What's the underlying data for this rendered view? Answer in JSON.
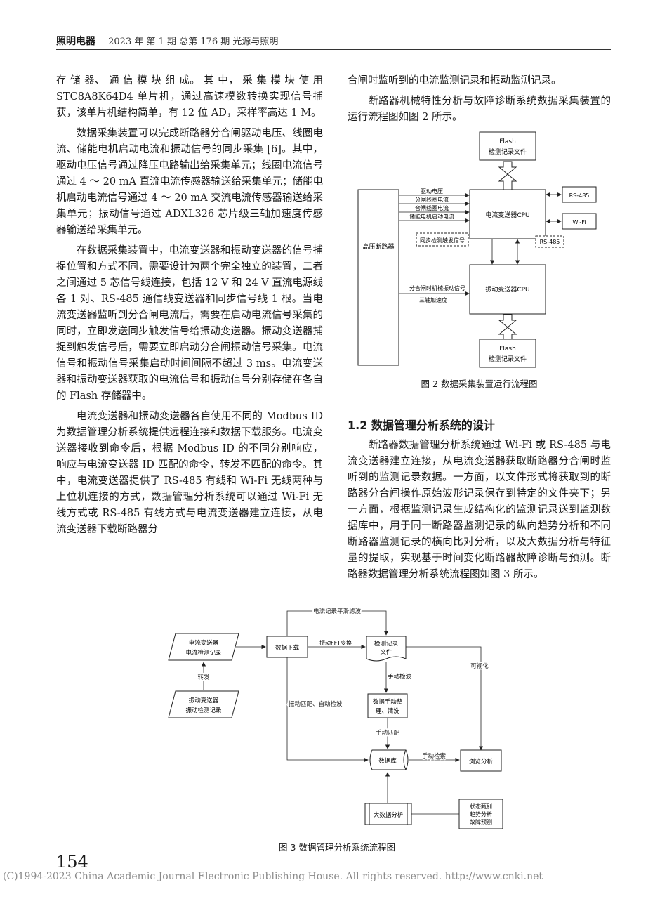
{
  "header": {
    "journal": "照明电器",
    "issue": "2023 年 第 1 期 总第 176 期 光源与照明"
  },
  "left_col": {
    "p1": "存 储 器、 通 信 模 块 组 成。 其 中， 采 集 模 块 使 用 STC8A8K64D4 单片机，通过高速模数转换实现信号捕获，该单片机结构简单，有 12 位 AD，采样率高达 1 M。",
    "p2": "数据采集装置可以完成断路器分合闸驱动电压、线圈电流、储能电机启动电流和振动信号的同步采集 [6]。其中，驱动电压信号通过降压电路输出给采集单元；线圈电流信号通过 4 ～ 20 mA 直流电流传感器输送给采集单元；储能电机启动电流信号通过 4 ～ 20 mA 交流电流传感器输送给采集单元；振动信号通过 ADXL326 芯片级三轴加速度传感器输送给采集单元。",
    "p3": "在数据采集装置中，电流变送器和振动变送器的信号捕捉位置和方式不同，需要设计为两个完全独立的装置，二者之间通过 5 芯信号线连接，包括 12 V 和 24 V 直流电源线各 1 对、RS-485 通信线变送器和同步信号线 1 根。当电流变送器监听到分合闸电流后，需要在启动电流信号采集的同时，立即发送同步触发信号给振动变送器。振动变送器捕捉到触发信号后，需要立即启动分合闸振动信号采集。电流信号和振动信号采集启动时间间隔不超过 3 ms。电流变送器和振动变送器获取的电流信号和振动信号分别存储在各自的 Flash 存储器中。",
    "p4": "电流变送器和振动变送器各自使用不同的 Modbus ID 为数据管理分析系统提供远程连接和数据下载服务。电流变送器接收到命令后，根据 Modbus ID 的不同分别响应，响应与电流变送器 ID 匹配的命令，转发不匹配的命令。其中，电流变送器提供了 RS-485 有线和 Wi-Fi 无线两种与上位机连接的方式，数据管理分析系统可以通过 Wi-Fi 无线方式或 RS-485 有线方式与电流变送器建立连接，从电流变送器下载断路器分"
  },
  "right_col": {
    "p1": "合闸时监听到的电流监测记录和振动监测记录。",
    "p2": "断路器机械特性分析与故障诊断系统数据采集装置的运行流程图如图 2 所示。",
    "section_title": "1.2 数据管理分析系统的设计",
    "p3": "断路器数据管理分析系统通过 Wi-Fi 或 RS-485 与电流变送器建立连接，从电流变送器获取断路器分合闸时监听到的监测记录数据。一方面，以文件形式将获取到的断路器分合闸操作原始波形记录保存到特定的文件夹下；另一方面，根据监测记录生成结构化的监测记录送到监测数据库中，用于同一断路器监测记录的纵向趋势分析和不同断路器监测记录的横向比对分析，以及大数据分析与特征量的提取，实现基于时间变化断路器故障诊断与预测。断路器数据管理分析系统流程图如图 3 所示。"
  },
  "fig2": {
    "caption": "图 2  数据采集装置运行流程图",
    "flash_top_1": "Flash",
    "flash_top_2": "检测记录文件",
    "breaker": "高压断路器",
    "current_cpu": "电流变送器CPU",
    "vib_cpu": "振动变送器CPU",
    "rs485_right": "RS-485",
    "wifi": "Wi-Fi",
    "sig_drive": "驱动电压",
    "sig_open": "分闸线圈电流",
    "sig_close": "合闸线圈电流",
    "sig_motor": "储能电机启动电流",
    "sync": "同步检测触发信号",
    "rs485_mid": "RS-485",
    "vib_sig": "分合闸时机械振动信号",
    "accel": "三轴加速度",
    "flash_bot_1": "Flash",
    "flash_bot_2": "检测记录文件"
  },
  "fig3": {
    "caption": "图 3  数据管理分析系统流程图",
    "current_rec_1": "电流变送器",
    "current_rec_2": "电流检测记录",
    "forward": "转发",
    "vib_rec_1": "振动变送器",
    "vib_rec_2": "振动检测记录",
    "download": "数据下载",
    "smooth": "电流记录平滑滤波",
    "fft": "振动FFT变换",
    "file_1": "检测记录",
    "file_2": "文件",
    "visual": "可视化",
    "manual_check": "手动检波",
    "clean_1": "数据手动整",
    "clean_2": "理、清洗",
    "match_auto": "振动匹配、自动检波",
    "manual_match": "手动匹配",
    "db": "数据库",
    "manual_search": "手动检索",
    "browse": "浏览分析",
    "bigdata": "大数据分析",
    "state_1": "状态甄别",
    "state_2": "趋势分析",
    "state_3": "故障预测"
  },
  "page_number": "154",
  "copyright": "(C)1994-2023 China Academic Journal Electronic Publishing House. All rights reserved.    http://www.cnki.net"
}
